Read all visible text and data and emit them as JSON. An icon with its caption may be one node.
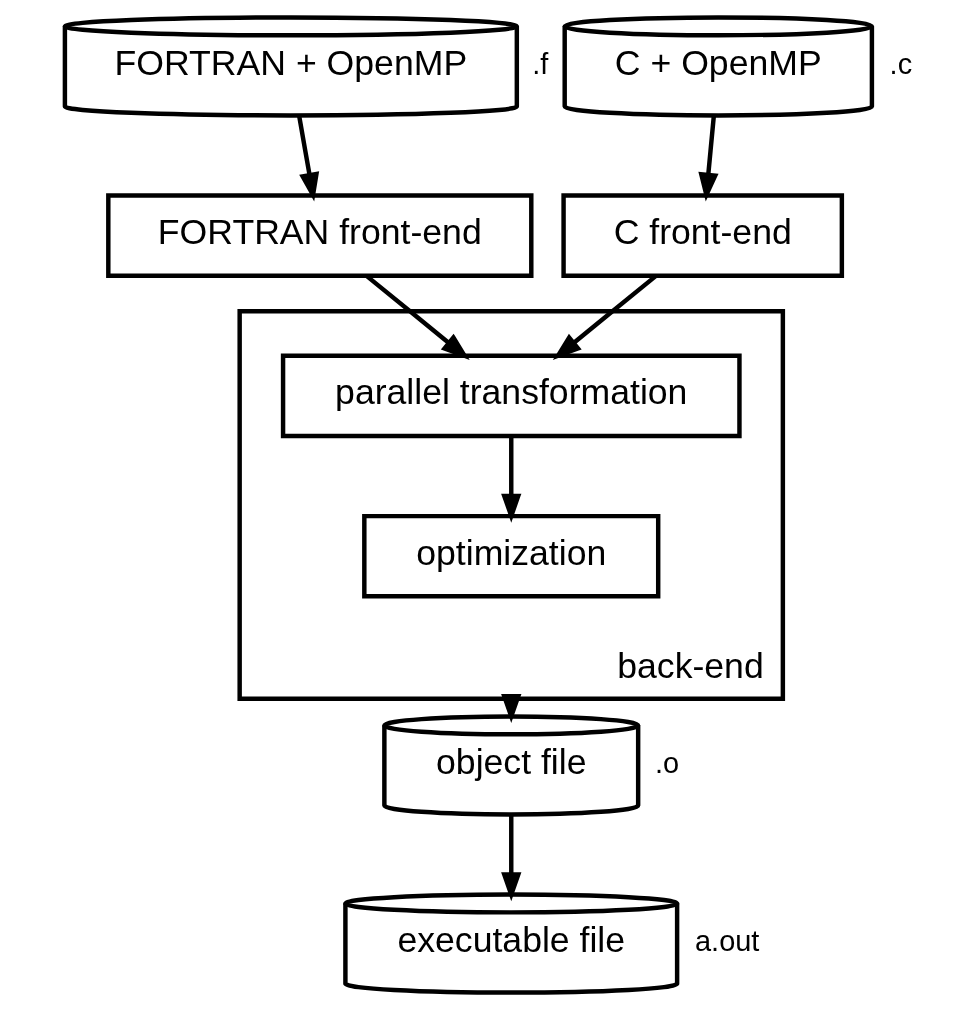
{
  "diagram": {
    "nodes": [
      {
        "text": [
          "FORTRAN + OpenMP"
        ],
        "beside": [
          ".f"
        ]
      },
      {
        "text": [
          "C + OpenMP"
        ],
        "beside": [
          ".c"
        ]
      },
      {
        "text": [
          "FORTRAN front-end"
        ]
      },
      {
        "text": [
          "C front-end"
        ]
      },
      {
        "text": [
          "back-end"
        ]
      },
      {
        "text": [
          "parallel transformation"
        ],
        "in": 4
      },
      {
        "text": [
          "optimization"
        ],
        "in": 4
      },
      {
        "text": [
          "object file"
        ],
        "beside": [
          ".o"
        ]
      },
      {
        "text": [
          "executable file"
        ],
        "beside": [
          "a.out"
        ]
      }
    ],
    "edges": [
      {
        "from": 0,
        "to": 2,
        "arrow": "to"
      },
      {
        "from": 1,
        "to": 3,
        "arrow": "to"
      },
      {
        "from": 2,
        "to": 5,
        "arrow": "to"
      },
      {
        "from": 3,
        "to": 5,
        "arrow": "to"
      },
      {
        "from": 5,
        "to": 6,
        "arrow": "to"
      },
      {
        "from": 4,
        "to": 7,
        "arrow": "to"
      },
      {
        "from": 7,
        "to": 8,
        "arrow": "to"
      }
    ]
  }
}
